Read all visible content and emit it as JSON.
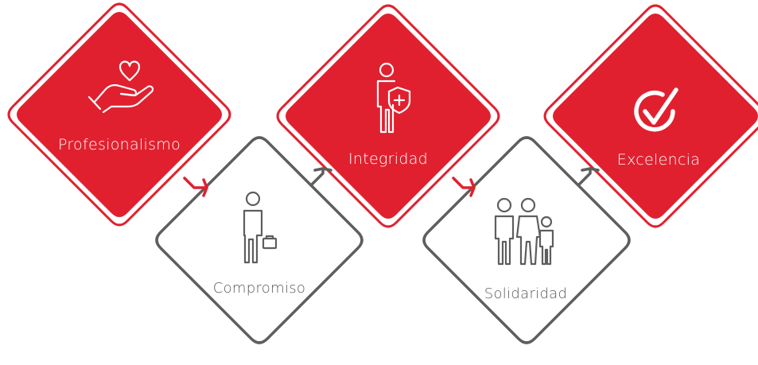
{
  "colors": {
    "red": "#e1202f",
    "gray": "#5e5e5e",
    "white": "#ffffff"
  },
  "steps": [
    {
      "label": "Profesionalismo",
      "icon": "hand-heart-icon",
      "style": "red"
    },
    {
      "label": "Compromiso",
      "icon": "person-briefcase-icon",
      "style": "outline"
    },
    {
      "label": "Integridad",
      "icon": "person-shield-icon",
      "style": "red"
    },
    {
      "label": "Solidaridad",
      "icon": "family-icon",
      "style": "outline"
    },
    {
      "label": "Excelencia",
      "icon": "check-circle-icon",
      "style": "red"
    }
  ]
}
